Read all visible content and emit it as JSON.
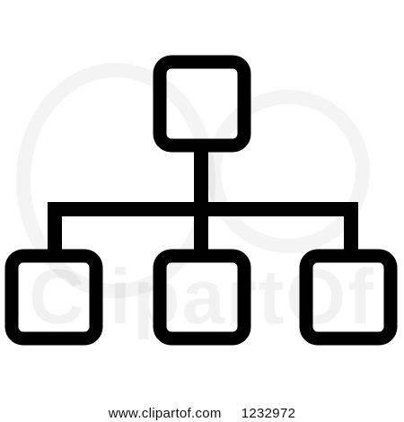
{
  "watermark": {
    "text": "ClipartOf"
  },
  "footer": {
    "site": "www.clipartof.com",
    "image_number": "1232972"
  },
  "icon": {
    "name": "hierarchy-icon",
    "color": "#000000"
  }
}
